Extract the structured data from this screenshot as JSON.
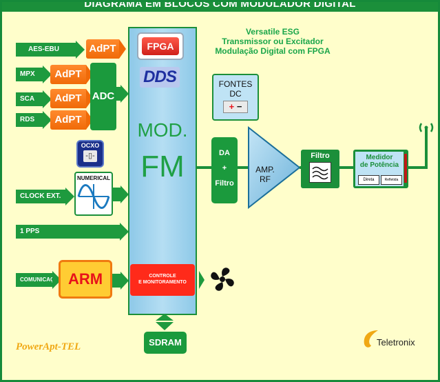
{
  "title": "DIAGRAMA EM BLOCOS COM MODULADOR DIGITAL",
  "header_note": [
    "Versatile ESG",
    "Transmissor ou Excitador",
    "Modulação Digital com FPGA"
  ],
  "inputs": {
    "aes_ebu": "AES-EBU",
    "mpx": "MPX",
    "sca": "SCA",
    "rds": "RDS",
    "clock_ext": "CLOCK EXT.",
    "pps": "1 PPS",
    "comunicacao": "COMUNICAÇÃO"
  },
  "adpt_label": "AdPT",
  "adc_label": "ADC",
  "fpga_label": "FPGA",
  "dds_label": "DDS",
  "ocxo_label": "OCXO",
  "numerical_label": "NUMERICAL",
  "mod_label": "MOD.",
  "fm_label": "FM",
  "arm_label": "ARM",
  "controle_label": [
    "CONTROLE",
    "E MONITORAMENTO"
  ],
  "sdram_label": "SDRAM",
  "fontes": {
    "line1": "FONTES",
    "line2": "DC",
    "plus": "+",
    "minus": "−"
  },
  "da_filtro": {
    "line1": "DA",
    "line2": "+",
    "line3": "Filtro"
  },
  "amp": {
    "line1": "AMP.",
    "line2": "RF"
  },
  "filtro_label": "Filtro",
  "medidor": {
    "line1": "Medidor",
    "line2": "de Potência",
    "direta": "Direta",
    "refletida": "Refletida"
  },
  "brand_left": "PowerApt-TEL",
  "brand_right": "Teletronix",
  "colors": {
    "green": "#1b8f3a",
    "orange": "#f06a08",
    "blue": "#8ec9e8",
    "red": "#ff2a1a",
    "yellow": "#ffcc33"
  }
}
